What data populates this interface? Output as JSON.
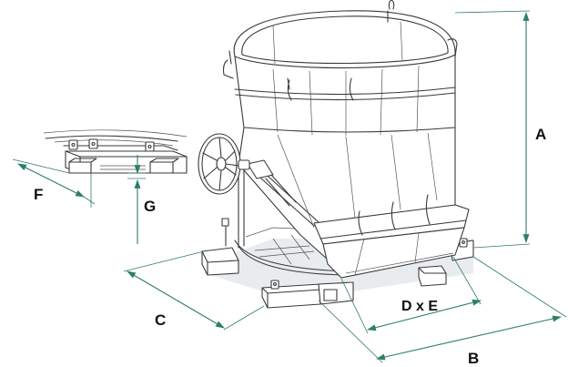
{
  "diagram": {
    "labels": {
      "A": "A",
      "B": "B",
      "C": "C",
      "DxE": "D x E",
      "F": "F",
      "G": "G"
    },
    "colors": {
      "dimension_lines": "#2e7d6b",
      "drawing_ink": "#3a3a3a",
      "label_text": "#111111",
      "background": "#ffffff"
    }
  }
}
